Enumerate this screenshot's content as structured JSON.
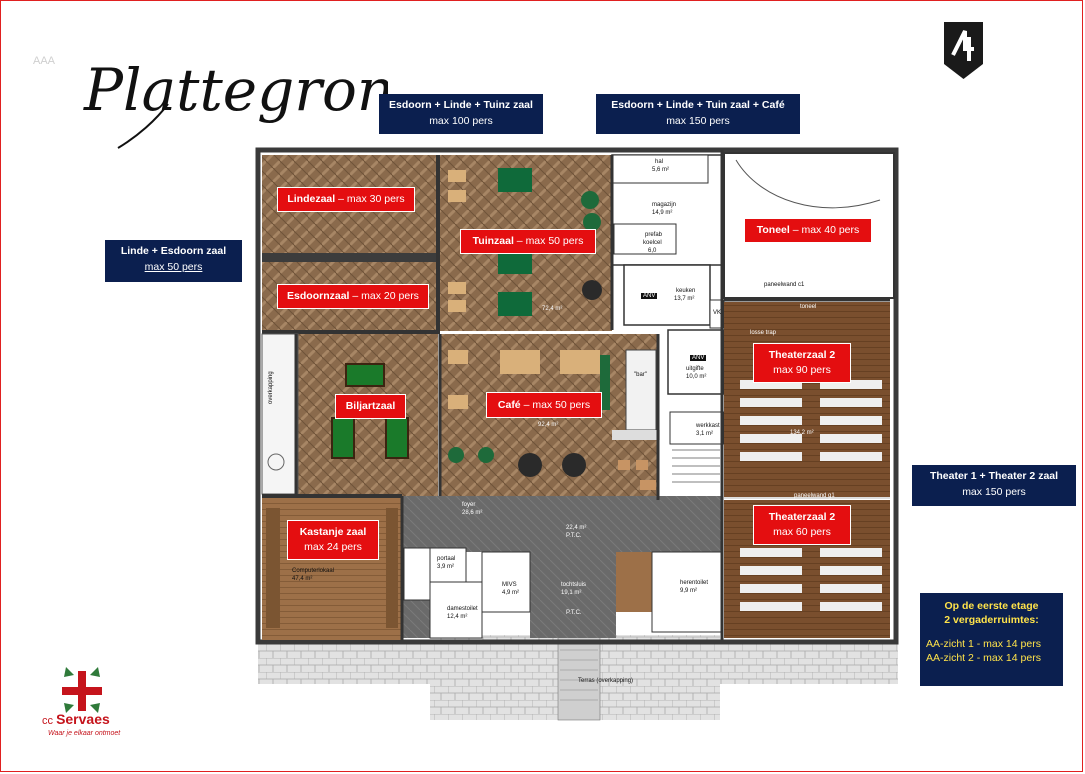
{
  "title": "Plattegrond",
  "watermark": "AAA",
  "combos": [
    {
      "id": "esdoorn-linde-tuinz",
      "line1": "Esdoorn + Linde + Tuinz zaal",
      "line2": "max 100 pers"
    },
    {
      "id": "esdoorn-linde-tuin-cafe",
      "line1": "Esdoorn + Linde + Tuin zaal + Café",
      "line2": "max 150  pers"
    },
    {
      "id": "linde-esdoorn",
      "line1": "Linde + Esdoorn zaal",
      "line2": "max 50  pers"
    },
    {
      "id": "theater1-theater2",
      "line1": "Theater 1 + Theater 2 zaal",
      "line2": "max 150  pers"
    }
  ],
  "rooms": [
    {
      "id": "lindezaal",
      "name": "Lindezaal",
      "cap": " – max 30 pers"
    },
    {
      "id": "tuinzaal",
      "name": "Tuinzaal",
      "cap": " – max 50 pers"
    },
    {
      "id": "toneel",
      "name": "Toneel",
      "cap": " – max 40 pers"
    },
    {
      "id": "esdoornzaal",
      "name": "Esdoornzaal",
      "cap": " – max 20 pers"
    },
    {
      "id": "theaterzaal-a",
      "name": "Theaterzaal 2",
      "cap": "max 90 pers"
    },
    {
      "id": "biljartzaal",
      "name": "Biljartzaal",
      "cap": ""
    },
    {
      "id": "cafe",
      "name": "Café",
      "cap": " – max 50 pers"
    },
    {
      "id": "kastanje",
      "name": "Kastanje zaal",
      "cap": "max 24 pers"
    },
    {
      "id": "theaterzaal-b",
      "name": "Theaterzaal 2",
      "cap": "max 60 pers"
    }
  ],
  "first_floor": {
    "heading1": "Op de eerste etage",
    "heading2": "2 vergaderruimtes:",
    "item1": "AA-zicht 1 - max 14  pers",
    "item2": "AA-zicht 2 - max 14 pers"
  },
  "brand": {
    "prefix": "cc ",
    "name": "Servaes",
    "tagline": "Waar je elkaar ontmoet"
  },
  "plan_labels": {
    "hal": "hal",
    "hal_area": "5,6 m²",
    "magazijn": "magazijn",
    "magazijn_area": "14,9 m²",
    "prefab": "prefab",
    "koelcel": "koelcel",
    "koelcel_area": "6,0",
    "keuken": "keuken",
    "keuken_area": "13,7 m²",
    "anv": "ANV",
    "vk": "VK",
    "uitgifte": "uitgifte",
    "uitgifte_area": "10,0 m²",
    "werkkast": "werkkast",
    "werkkast_area": "3,1 m²",
    "biljartzaal_area": "72,4 m²",
    "cafe_area": "92,4 m²",
    "bar": "\"bar\"",
    "foyer": "foyer",
    "foyer_area": "28,6 m²",
    "hal2_area": "22,4 m²",
    "ptc": "P.T.C.",
    "computerlokaal": "Computerlokaal",
    "computer_area": "47,4 m²",
    "portaal": "portaal",
    "portaal_area": "3,9 m²",
    "mivs": "MIVS",
    "mivs_area": "4,9 m²",
    "tochtsluis": "tochtsluis",
    "tochtsluis_area": "19,1 m²",
    "ptc2": "P.T.C.",
    "herentoilet": "herentoilet",
    "herentoilet_area": "9,9 m²",
    "damestoilet": "damestoilet",
    "damestoilet_area": "12,4 m²",
    "terras": "Terras (overkapping)",
    "overkapping": "overkapping",
    "paneelwand_c1": "paneelwand c1",
    "paneelwand_g1": "paneelwand g1",
    "toneel_small": "toneel",
    "losse_trap": "losse trap",
    "theater1_area": "134,2 m²"
  },
  "colors": {
    "navy": "#0b1f4f",
    "red": "#e40e10",
    "yellow": "#ffe34a",
    "wood": "#8a6a4c",
    "stage_wood": "#7a5030",
    "tile": "#d8d8d8"
  }
}
